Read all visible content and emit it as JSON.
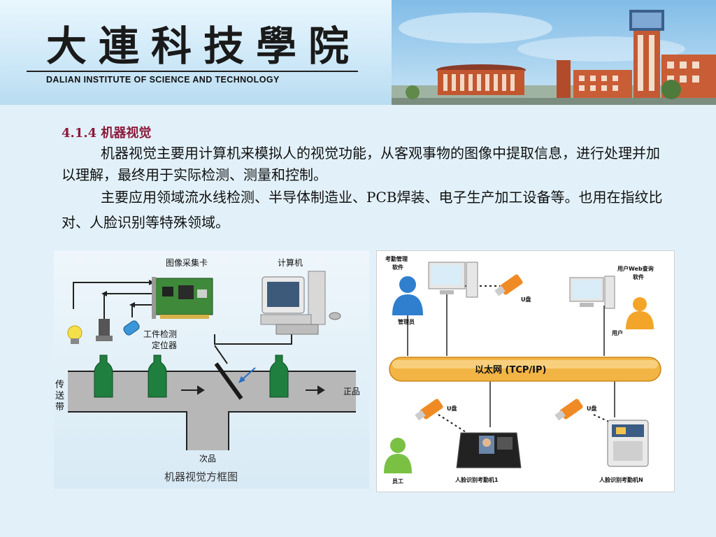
{
  "header": {
    "logo_cn": "大連科技學院",
    "logo_en": "DALIAN INSTITUTE  OF  SCIENCE AND TECHNOLOGY"
  },
  "section": {
    "title": "4.1.4 机器视觉",
    "para1": "机器视觉主要用计算机来模拟人的视觉功能，从客观事物的图像中提取信息，进行处理并加以理解，最终用于实际检测、测量和控制。",
    "para2": "主要应用领域流水线检测、半导体制造业、PCB焊装、电子生产加工设备等。也用在指纹比对、人脸识别等特殊领域。"
  },
  "left_diagram": {
    "capture_card": "图像采集卡",
    "computer": "计算机",
    "sensor_line1": "工件检测",
    "sensor_line2": "定位器",
    "belt_1": "传",
    "belt_2": "送",
    "belt_3": "带",
    "good": "正品",
    "defect": "次品",
    "caption": "机器视觉方框图"
  },
  "right_diagram": {
    "mgmt_sw_1": "考勤管理",
    "mgmt_sw_2": "软件",
    "admin": "管理员",
    "udisk_1": "U盘",
    "web_sw_1": "用户Web查询",
    "web_sw_2": "软件",
    "user": "用户",
    "ethernet": "以太网 (TCP/IP)",
    "udisk_2": "U盘",
    "udisk_3": "U盘",
    "staff": "员工",
    "device_1": "人脸识别考勤机1",
    "device_n": "人脸识别考勤机N"
  }
}
